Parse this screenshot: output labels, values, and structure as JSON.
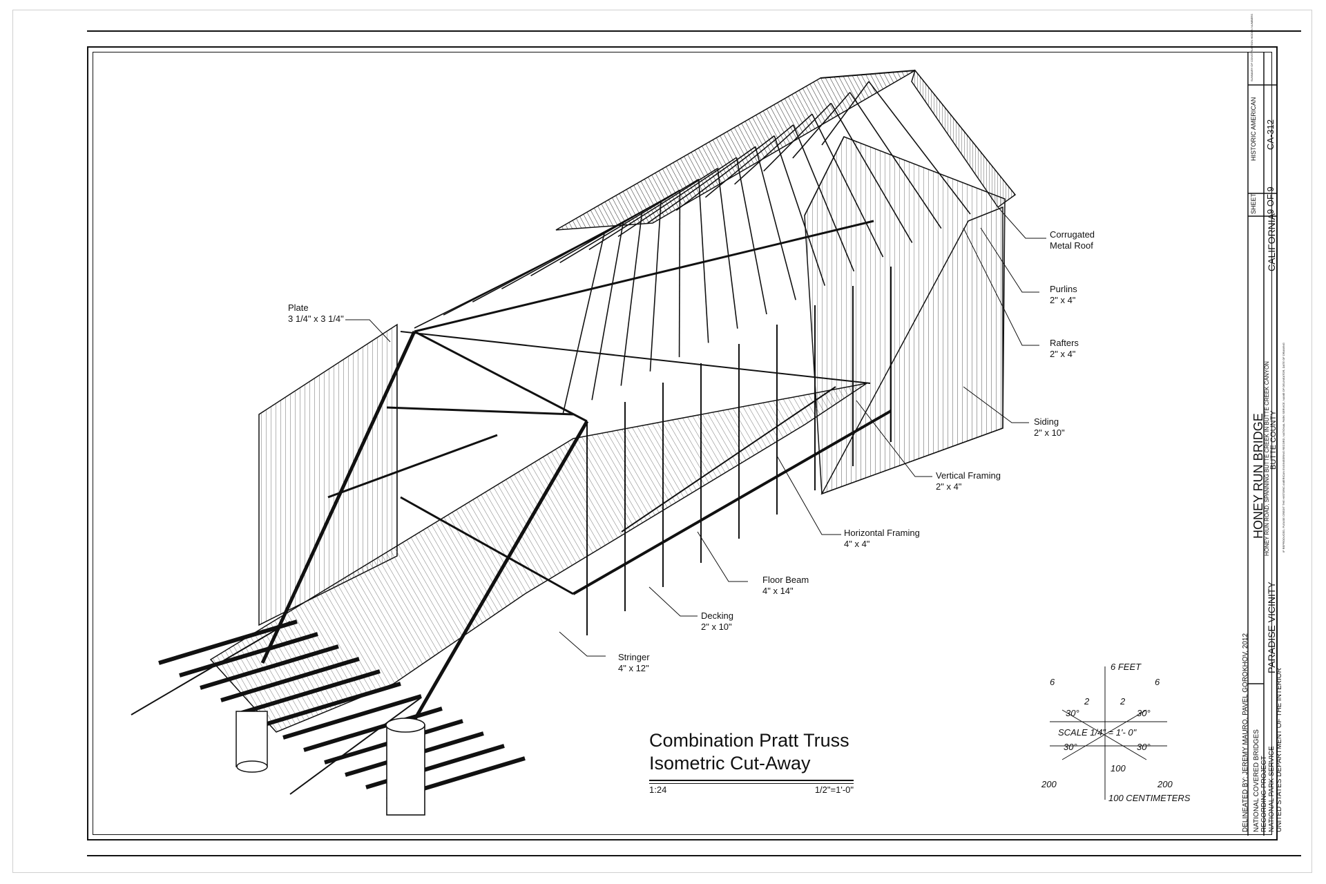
{
  "callouts": {
    "plate": [
      "Plate",
      "3 1/4\" x 3 1/4\""
    ],
    "roof": [
      "Corrugated",
      "Metal Roof"
    ],
    "purlins": [
      "Purlins",
      "2\" x 4\""
    ],
    "rafters": [
      "Rafters",
      "2\" x 4\""
    ],
    "siding": [
      "Siding",
      "2\" x 10\""
    ],
    "vertical": [
      "Vertical Framing",
      "2\" x 4\""
    ],
    "horizontal": [
      "Horizontal Framing",
      "4\" x 4\""
    ],
    "floorbeam": [
      "Floor Beam",
      "4\" x 14\""
    ],
    "decking": [
      "Decking",
      "2\" x 10\""
    ],
    "stringer": [
      "Stringer",
      "4\" x 12\""
    ]
  },
  "drawing_title": {
    "line1": "Combination Pratt Truss",
    "line2": "Isometric Cut-Away",
    "ratio": "1:24",
    "scale": "1/2\"=1'-0\""
  },
  "scale_bar": {
    "feet_label": "6 FEET",
    "scale_text": "SCALE   1/4\" = 1'- 0\"",
    "cm_label": "100 CENTIMETERS",
    "six_left": "6",
    "six_right": "6",
    "two_left": "2",
    "two_right": "2",
    "angle_ul": "30°",
    "angle_ur": "30°",
    "angle_ll": "30°",
    "angle_lr": "30°",
    "hundred": "100",
    "two_hundred_left": "200",
    "two_hundred_right": "200"
  },
  "title_block": {
    "delineated": "DELINEATED BY: JEREMY MAURO, PAVEL GOROKHOV, 2012",
    "program_lines": [
      "NATIONAL COVERED BRIDGES",
      "RECORDING PROJECT",
      "NATIONAL PARK SERVICE",
      "UNITED STATES DEPARTMENT OF THE INTERIOR"
    ],
    "vicinity": "PARADISE VICINITY",
    "bridge_name": "HONEY RUN BRIDGE",
    "bridge_location": "HONEY RUN ROAD, SPANNING BUTTE CREEK IN BUTTE CREEK CANYON",
    "county": "BUTTE COUNTY",
    "state": "CALIFORNIA",
    "sheet_label": "SHEET",
    "sheet_number": "9 OF 9",
    "habs_label": "HISTORIC AMERICAN",
    "survey_number": "CA-312",
    "reproduction_note": "IF REPRODUCED, PLEASE CREDIT THE HISTORIC AMERICAN ENGINEERING RECORD, NATIONAL PARK SERVICE, NAME OF DELINEATOR, DATE OF DRAWING",
    "tiny_note": "SUMMARY OF CONSTRUCTION HIDDEN NUMBERS"
  }
}
